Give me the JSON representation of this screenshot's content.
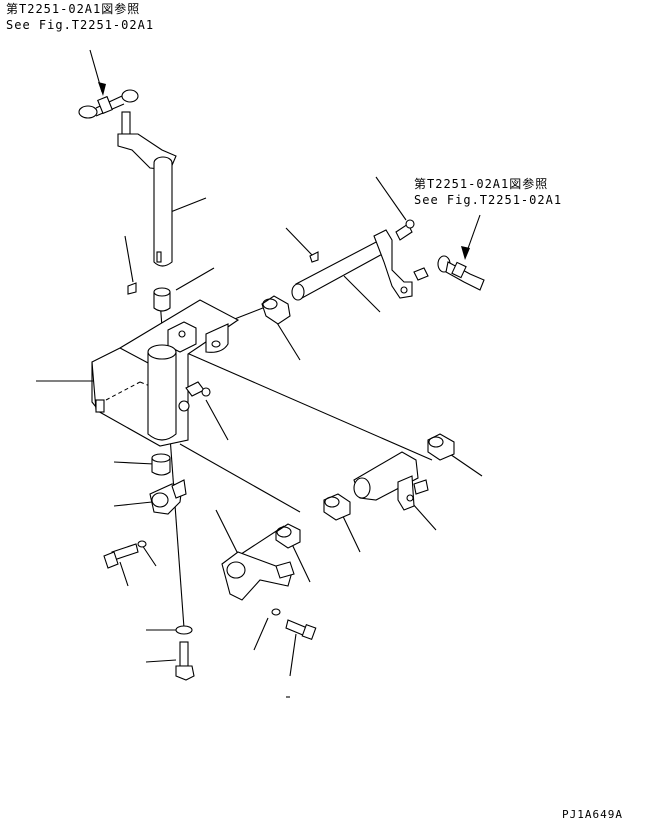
{
  "references": {
    "top_left_jp": "第T2251-02A1図参照",
    "top_left_en": "See Fig.T2251-02A1",
    "right_jp": "第T2251-02A1図参照",
    "right_en": "See Fig.T2251-02A1"
  },
  "drawing_code": "PJ1A649A"
}
